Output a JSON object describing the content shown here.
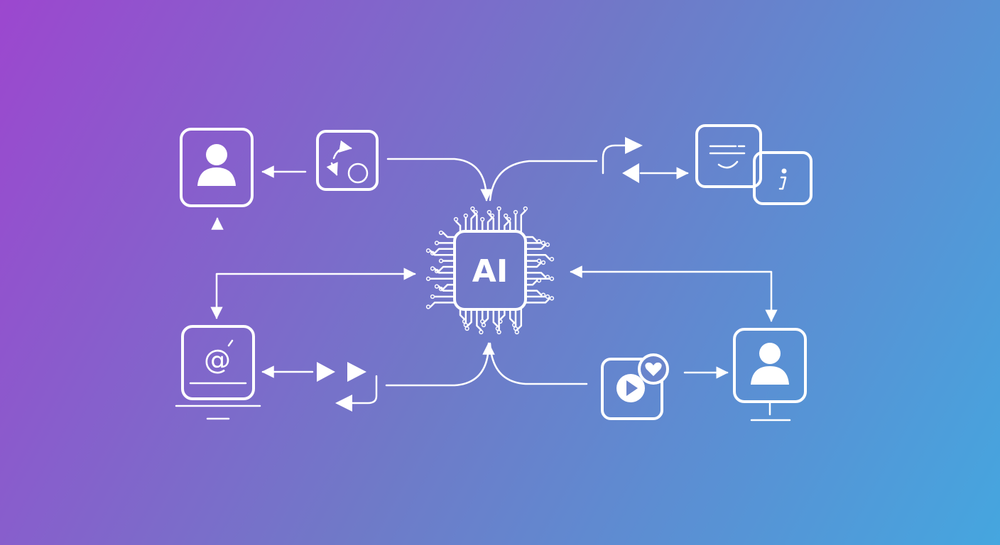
{
  "theme": {
    "gradient_start": "#9c47cf",
    "gradient_mid": "#6f7ac8",
    "gradient_end": "#45a6df",
    "stroke_color": "#ffffff"
  },
  "center": {
    "label": "AI",
    "icon": "ai-chip-icon"
  },
  "nodes": [
    {
      "id": "user-profile-top-left",
      "icon": "user-profile-icon"
    },
    {
      "id": "sync-cycle",
      "icon": "rotate-cycle-icon"
    },
    {
      "id": "chat-message",
      "icon": "chat-bubble-icon"
    },
    {
      "id": "info",
      "icon": "info-icon"
    },
    {
      "id": "laptop-email",
      "icon": "laptop-at-icon"
    },
    {
      "id": "video-like",
      "icon": "video-heart-icon"
    },
    {
      "id": "user-monitor",
      "icon": "user-monitor-icon"
    }
  ]
}
